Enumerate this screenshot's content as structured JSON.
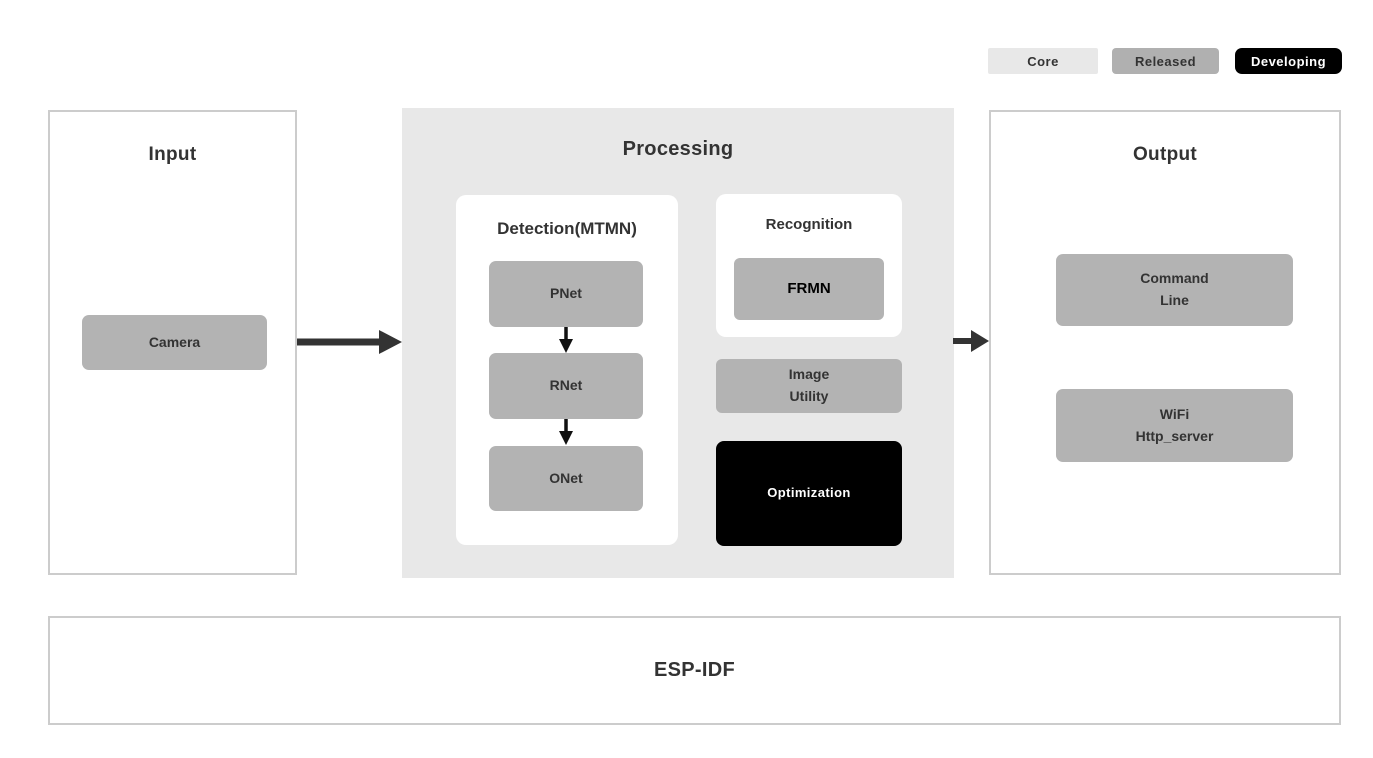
{
  "legend": {
    "items": [
      {
        "label": "Core",
        "color": "#e8e8e8",
        "text_color": "#333333"
      },
      {
        "label": "Released",
        "color": "#b0b0b0",
        "text_color": "#333333"
      },
      {
        "label": "Developing",
        "color": "#000000",
        "text_color": "#ffffff"
      }
    ]
  },
  "colors": {
    "page_background": "#ffffff",
    "processing_background": "#e8e8e8",
    "block_gray": "#b3b3b3",
    "block_black": "#000000",
    "panel_border": "#cccccc",
    "text_dark": "#333333",
    "arrow": "#333333"
  },
  "panels": {
    "input": {
      "title": "Input",
      "blocks": [
        {
          "label": "Camera"
        }
      ]
    },
    "processing": {
      "title": "Processing",
      "detection": {
        "title": "Detection(MTMN)",
        "blocks": [
          "PNet",
          "RNet",
          "ONet"
        ]
      },
      "recognition": {
        "title": "Recognition",
        "blocks": [
          "FRMN"
        ]
      },
      "image_utility": {
        "line1": "Image",
        "line2": "Utility"
      },
      "optimization": {
        "label": "Optimization"
      }
    },
    "output": {
      "title": "Output",
      "blocks": [
        {
          "line1": "Command",
          "line2": "Line"
        },
        {
          "line1": "WiFi",
          "line2": "Http_server"
        }
      ]
    },
    "foundation": {
      "title": "ESP-IDF"
    }
  }
}
